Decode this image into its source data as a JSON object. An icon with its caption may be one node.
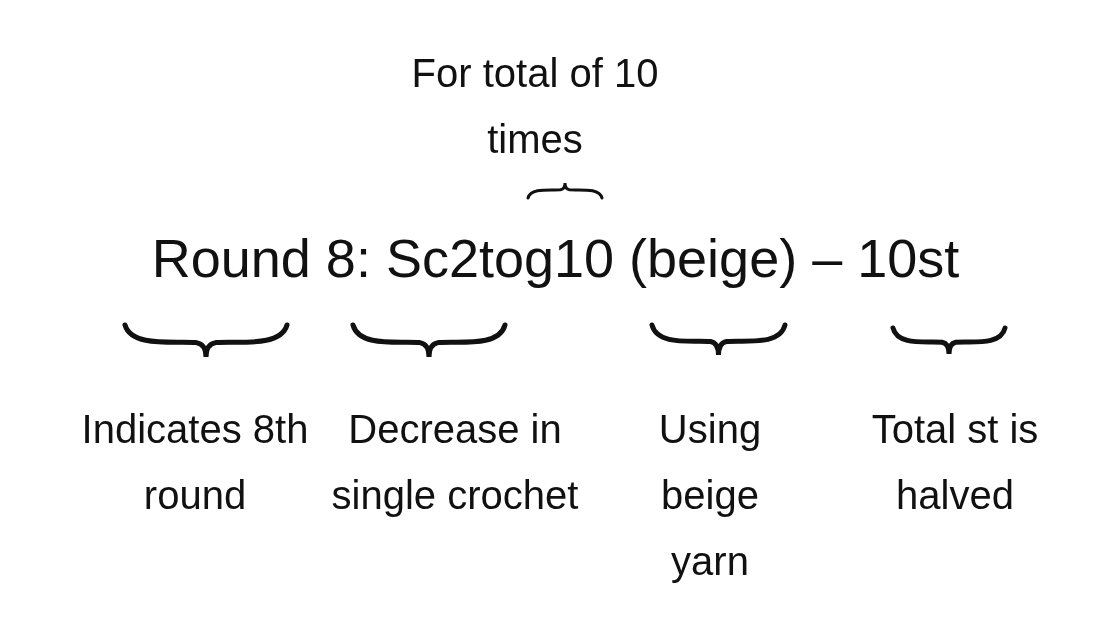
{
  "diagram": {
    "labels": [
      "For total of 10 times",
      "Round 8: Sc2tog10 (beige) – 10st",
      "Indicates 8th round",
      "Decrease in single crochet",
      "Using beige yarn",
      "Total st is halved"
    ]
  }
}
